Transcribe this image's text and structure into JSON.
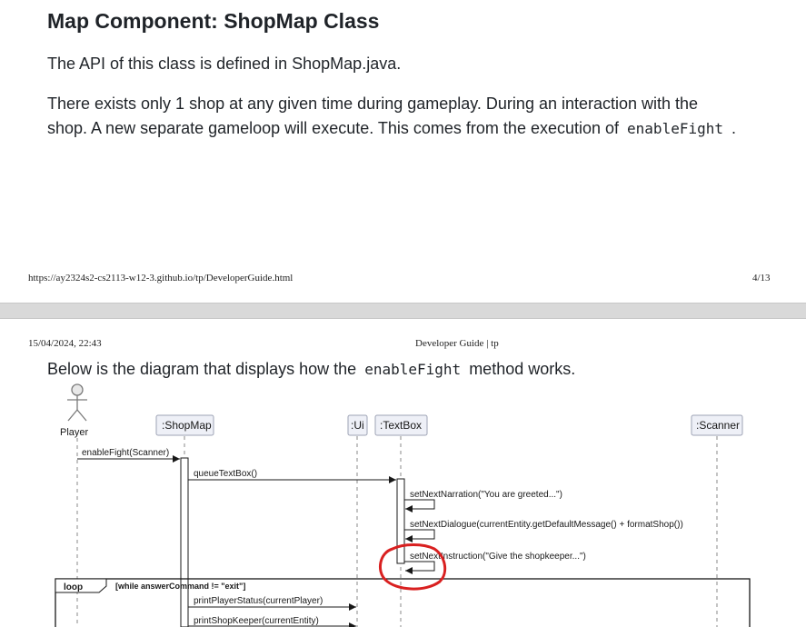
{
  "page1": {
    "heading": "Map Component: ShopMap Class",
    "para1": "The API of this class is defined in ShopMap.java.",
    "para2_line1": "There exists only 1 shop at any given time during gameplay. During an interaction with the",
    "para2_line2": "shop. A new separate gameloop will execute. This comes from the execution of",
    "para2_code": "enableFight",
    "para2_end": ".",
    "footer_url": "https://ay2324s2-cs2113-w12-3.github.io/tp/DeveloperGuide.html",
    "footer_page": "4/13"
  },
  "page2": {
    "header_date": "15/04/2024, 22:43",
    "header_title": "Developer Guide | tp",
    "intro_before": "Below is the diagram that displays how the",
    "intro_code": "enableFight",
    "intro_after": "method works."
  },
  "diagram": {
    "actor": "Player",
    "participants": [
      ":ShopMap",
      ":Ui",
      ":TextBox",
      ":Scanner"
    ],
    "messages": [
      "enableFight(Scanner)",
      "queueTextBox()",
      "setNextNarration(\"You are greeted...\")",
      "setNextDialogue(currentEntity.getDefaultMessage() + formatShop())",
      "setNextInstruction(\"Give the shopkeeper...\")",
      "printPlayerStatus(currentPlayer)",
      "printShopKeeper(currentEntity)"
    ],
    "loop_label": "loop",
    "loop_guard": "[while answerCommand != \"exit\"]",
    "annotation_color": "#d92020"
  }
}
